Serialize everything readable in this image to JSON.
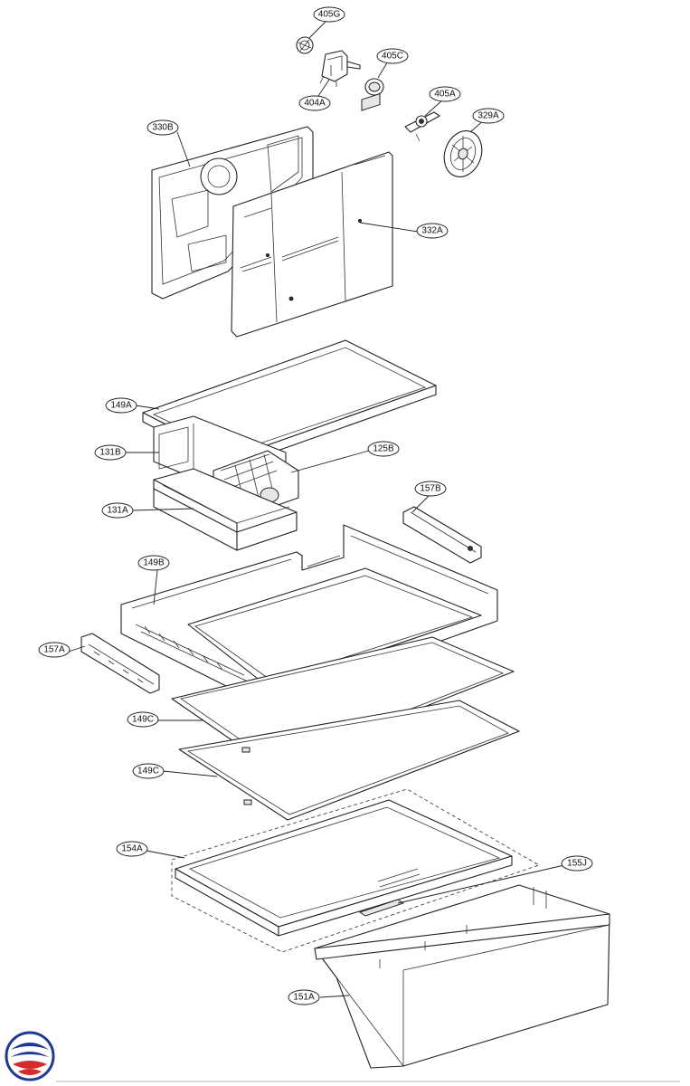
{
  "labels": {
    "l405G": "405G",
    "l404A": "404A",
    "l405C": "405C",
    "l405A": "405A",
    "l329A": "329A",
    "l330B": "330B",
    "l332A": "332A",
    "l149A": "149A",
    "l131B": "131B",
    "l125B": "125B",
    "l131A": "131A",
    "l157B": "157B",
    "l149B": "149B",
    "l157A": "157A",
    "l149C1": "149C",
    "l149C2": "149C",
    "l154A": "154A",
    "l155J": "155J",
    "l151A": "151A"
  },
  "logo": {
    "icon": "brand-logo-icon",
    "colors": [
      "#1f3a93",
      "#d62b2b"
    ]
  }
}
